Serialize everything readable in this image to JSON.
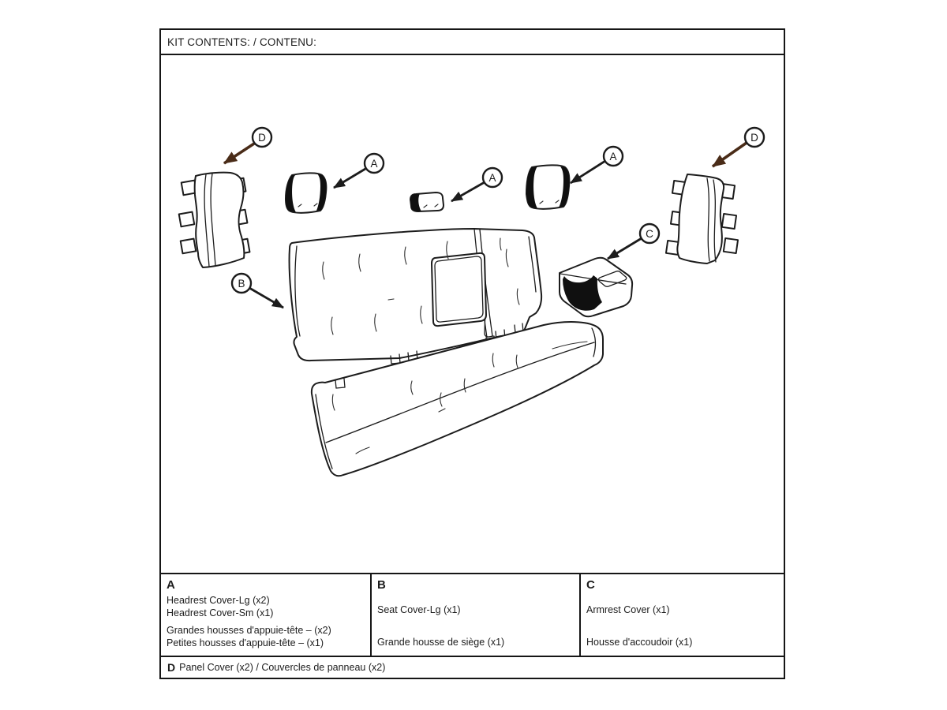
{
  "title": "KIT CONTENTS: / CONTENU:",
  "callouts": {
    "a": "A",
    "b": "B",
    "c": "C",
    "d": "D"
  },
  "colors": {
    "line": "#1c1c1c",
    "d_arrow": "#4a2c18",
    "black_fill": "#101010",
    "background": "#ffffff",
    "border": "#161616"
  },
  "table": {
    "cell_a": {
      "key": "A",
      "en": [
        "Headrest Cover-Lg (x2)",
        "Headrest Cover-Sm (x1)"
      ],
      "fr": [
        "Grandes housses d'appuie-tête – (x2)",
        "Petites housses d'appuie-tête – (x1)"
      ]
    },
    "cell_b": {
      "key": "B",
      "en": [
        "Seat Cover-Lg (x1)"
      ],
      "fr": [
        "Grande housse de siège (x1)"
      ]
    },
    "cell_c": {
      "key": "C",
      "en": [
        "Armrest Cover (x1)"
      ],
      "fr": [
        "Housse d'accoudoir (x1)"
      ]
    },
    "row_d": {
      "key": "D",
      "text": "Panel Cover (x2) / Couvercles de panneau (x2)"
    }
  }
}
